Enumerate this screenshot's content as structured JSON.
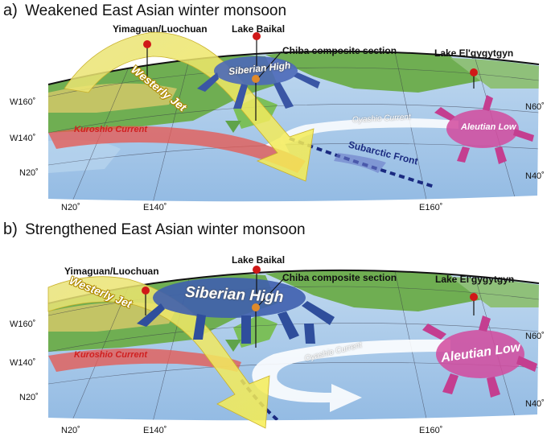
{
  "panels": [
    {
      "letter": "a)",
      "title": "Weakened East Asian winter monsoon",
      "labels": {
        "yimaguan": "Yimaguan/Luochuan",
        "baikal": "Lake Baikal",
        "chiba": "Chiba composite section",
        "elgygytgyn": "Lake El'gygytgyn",
        "siberian_high": "Siberian High",
        "westerly_jet": "Westerly Jet",
        "kuroshio": "Kuroshio Current",
        "oyashio": "Oyashio Current",
        "aleutian_low": "Aleutian Low",
        "subarctic_front": "Subarctic Front"
      },
      "coords": {
        "w160": "W160˚",
        "w140": "W140˚",
        "n20_left": "N20˚",
        "n20_bottom": "N20˚",
        "e140": "E140˚",
        "e160": "E160˚",
        "n60": "N60˚",
        "n40": "N40˚"
      }
    },
    {
      "letter": "b)",
      "title": "Strengthened East Asian winter monsoon",
      "labels": {
        "yimaguan": "Yimaguan/Luochuan",
        "baikal": "Lake Baikal",
        "chiba": "Chiba composite section",
        "elgygytgyn": "Lake El'gygytgyn",
        "siberian_high": "Siberian High",
        "westerly_jet": "Westerly Jet",
        "kuroshio": "Kuroshio Current",
        "oyashio": "Oyashio Current",
        "aleutian_low": "Aleutian Low"
      },
      "coords": {
        "w160": "W160˚",
        "w140": "W140˚",
        "n20_left": "N20˚",
        "n20_bottom": "N20˚",
        "e140": "E140˚",
        "e160": "E160˚",
        "n60": "N60˚",
        "n40": "N40˚"
      }
    }
  ],
  "colors": {
    "ocean": "#9fc3e6",
    "land_green": "#58a64a",
    "land_yellow": "#d9cf6a",
    "jet_yellow": "#f4ee6a",
    "siberian_high": "#3f5fae",
    "aleutian_low": "#d24a9e",
    "kuroshio": "#e8564e",
    "subarctic_front": "#1a2a80",
    "pin_red": "#d01818"
  }
}
